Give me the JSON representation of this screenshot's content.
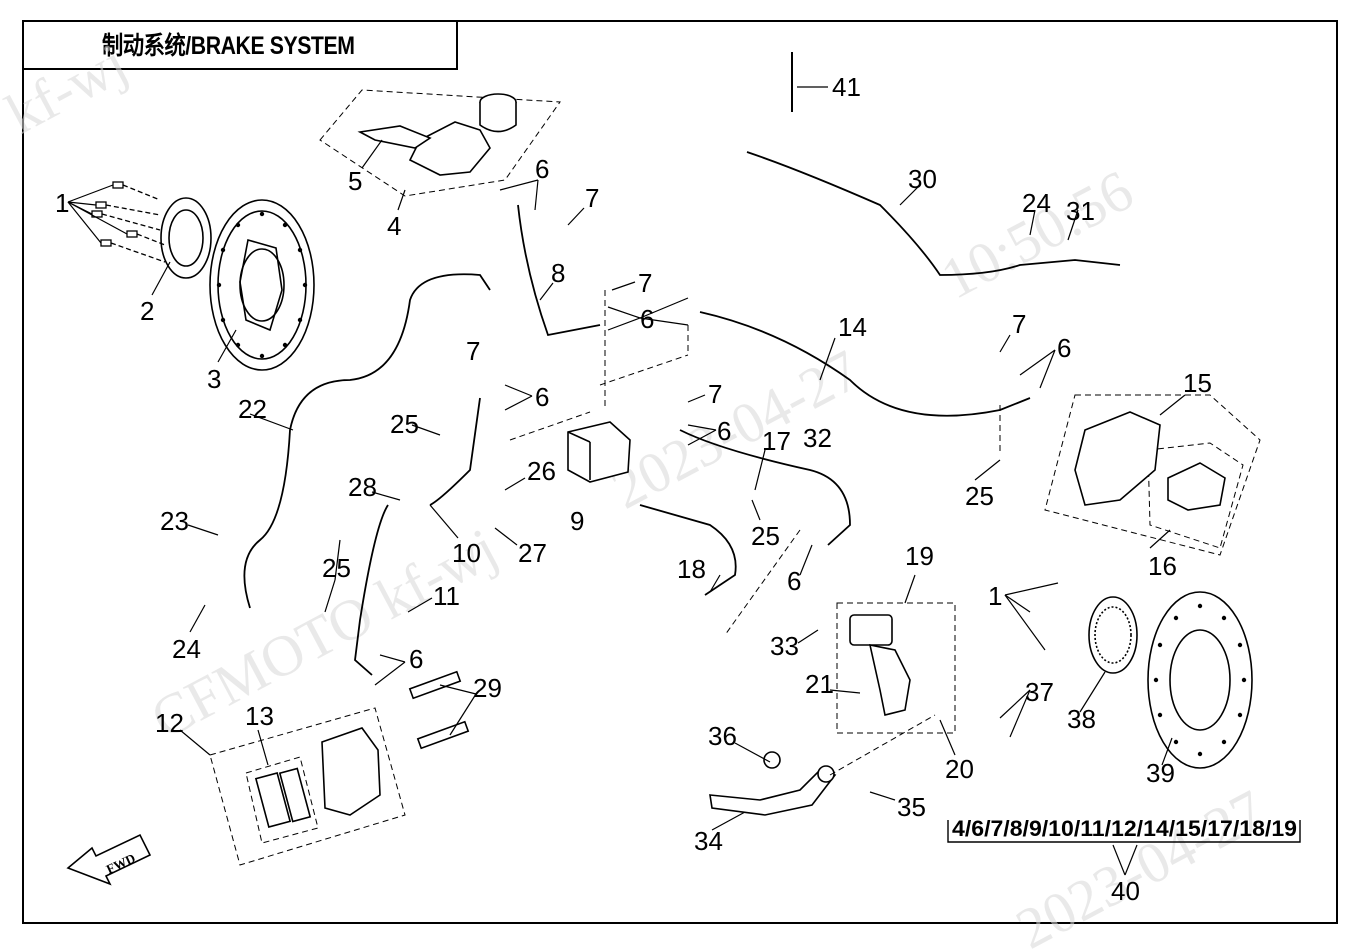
{
  "title": "制动系统/BRAKE SYSTEM",
  "watermarks": [
    "kf-wj",
    "CFMOTO kf-wj",
    "2023-04-27",
    "10:50:56",
    "2023-04-27"
  ],
  "fwd_label": "FWD",
  "group_label": "4/6/7/8/9/10/11/12/14/15/17/18/19",
  "callouts": [
    {
      "id": "c1a",
      "text": "1"
    },
    {
      "id": "c2",
      "text": "2"
    },
    {
      "id": "c3",
      "text": "3"
    },
    {
      "id": "c4",
      "text": "4"
    },
    {
      "id": "c5",
      "text": "5"
    },
    {
      "id": "c6a",
      "text": "6"
    },
    {
      "id": "c7a",
      "text": "7"
    },
    {
      "id": "c8",
      "text": "8"
    },
    {
      "id": "c7b",
      "text": "7"
    },
    {
      "id": "c6b",
      "text": "6"
    },
    {
      "id": "c7c",
      "text": "7"
    },
    {
      "id": "c6c",
      "text": "6"
    },
    {
      "id": "c9",
      "text": "9"
    },
    {
      "id": "c7d",
      "text": "7"
    },
    {
      "id": "c6d",
      "text": "6"
    },
    {
      "id": "c14",
      "text": "14"
    },
    {
      "id": "c7e",
      "text": "7"
    },
    {
      "id": "c6e",
      "text": "6"
    },
    {
      "id": "c15",
      "text": "15"
    },
    {
      "id": "c16",
      "text": "16"
    },
    {
      "id": "c17",
      "text": "17"
    },
    {
      "id": "c32",
      "text": "32"
    },
    {
      "id": "c25a",
      "text": "25"
    },
    {
      "id": "c25b",
      "text": "25"
    },
    {
      "id": "c25c",
      "text": "25"
    },
    {
      "id": "c25d",
      "text": "25"
    },
    {
      "id": "c26",
      "text": "26"
    },
    {
      "id": "c27",
      "text": "27"
    },
    {
      "id": "c28",
      "text": "28"
    },
    {
      "id": "c10",
      "text": "10"
    },
    {
      "id": "c11",
      "text": "11"
    },
    {
      "id": "c6f",
      "text": "6"
    },
    {
      "id": "c22",
      "text": "22"
    },
    {
      "id": "c23",
      "text": "23"
    },
    {
      "id": "c24a",
      "text": "24"
    },
    {
      "id": "c12",
      "text": "12"
    },
    {
      "id": "c13",
      "text": "13"
    },
    {
      "id": "c29",
      "text": "29"
    },
    {
      "id": "c18",
      "text": "18"
    },
    {
      "id": "c6g",
      "text": "6"
    },
    {
      "id": "c19",
      "text": "19"
    },
    {
      "id": "c33",
      "text": "33"
    },
    {
      "id": "c21",
      "text": "21"
    },
    {
      "id": "c20",
      "text": "20"
    },
    {
      "id": "c36",
      "text": "36"
    },
    {
      "id": "c34",
      "text": "34"
    },
    {
      "id": "c35",
      "text": "35"
    },
    {
      "id": "c1b",
      "text": "1"
    },
    {
      "id": "c37",
      "text": "37"
    },
    {
      "id": "c38",
      "text": "38"
    },
    {
      "id": "c39",
      "text": "39"
    },
    {
      "id": "c40",
      "text": "40"
    },
    {
      "id": "c30",
      "text": "30"
    },
    {
      "id": "c24b",
      "text": "24"
    },
    {
      "id": "c31",
      "text": "31"
    },
    {
      "id": "c41",
      "text": "41"
    }
  ]
}
